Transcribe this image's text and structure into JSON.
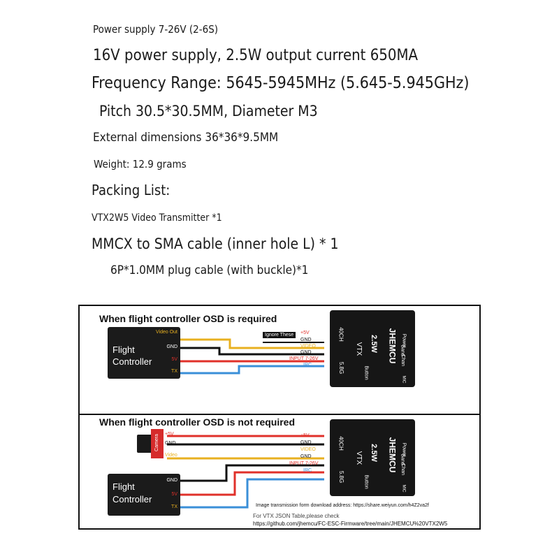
{
  "specs": {
    "power_supply": "Power supply 7-26V (2-6S)",
    "output": "16V power supply, 2.5W output current 650MA",
    "frequency": "Frequency Range: 5645-5945MHz (5.645-5.945GHz)",
    "pitch": "Pitch 30.5*30.5MM, Diameter M3",
    "dimensions": "External dimensions 36*36*9.5MM",
    "weight": "Weight: 12.9 grams",
    "packing_title": "Packing List:",
    "item1": "VTX2W5 Video Transmitter *1",
    "item2": "MMCX to SMA cable (inner hole L) * 1",
    "item3": "6P*1.0MM plug cable (with buckle)*1"
  },
  "diagram": {
    "top_title": "When flight controller OSD is required",
    "bottom_title": "When flight controller OSD is not required",
    "fc_line1": "Flight",
    "fc_line2": "Controller",
    "fc_pins_top": [
      "Video Out",
      "GND",
      "5V",
      "TX"
    ],
    "fc_pins_bottom": [
      "GND",
      "5V",
      "TX"
    ],
    "ignore_label": "Ignore These",
    "vtx_pins": [
      "+5V",
      "GND",
      "VIDEO",
      "GND",
      "INPUT 7-26V",
      "IRC"
    ],
    "vtx_side_labels": [
      "40CH",
      "5.8G"
    ],
    "vtx_brand": "JHEMCU",
    "vtx_model": "2.5W",
    "vtx_type": "VTX",
    "vtx_sub1": "Power",
    "vtx_sub2": "Band",
    "vtx_sub3": "Chan",
    "vtx_button": "Button",
    "vtx_mic": "MIC",
    "camera_label": "Camera",
    "cam_pins": [
      "+5V",
      "GND",
      "Video"
    ],
    "note_download": "Image transmission form download address: https://share.weiyun.com/h4Z2va2f",
    "note_json": "For VTX JSON Table,please check",
    "note_url": "https://github.com/jhemcu/FC-ESC-Firmware/tree/main/JHEMCU%20VTX2W5"
  },
  "colors": {
    "red": "#e0302a",
    "yellow": "#e8b020",
    "blue": "#3a8fd8",
    "black": "#111111"
  }
}
